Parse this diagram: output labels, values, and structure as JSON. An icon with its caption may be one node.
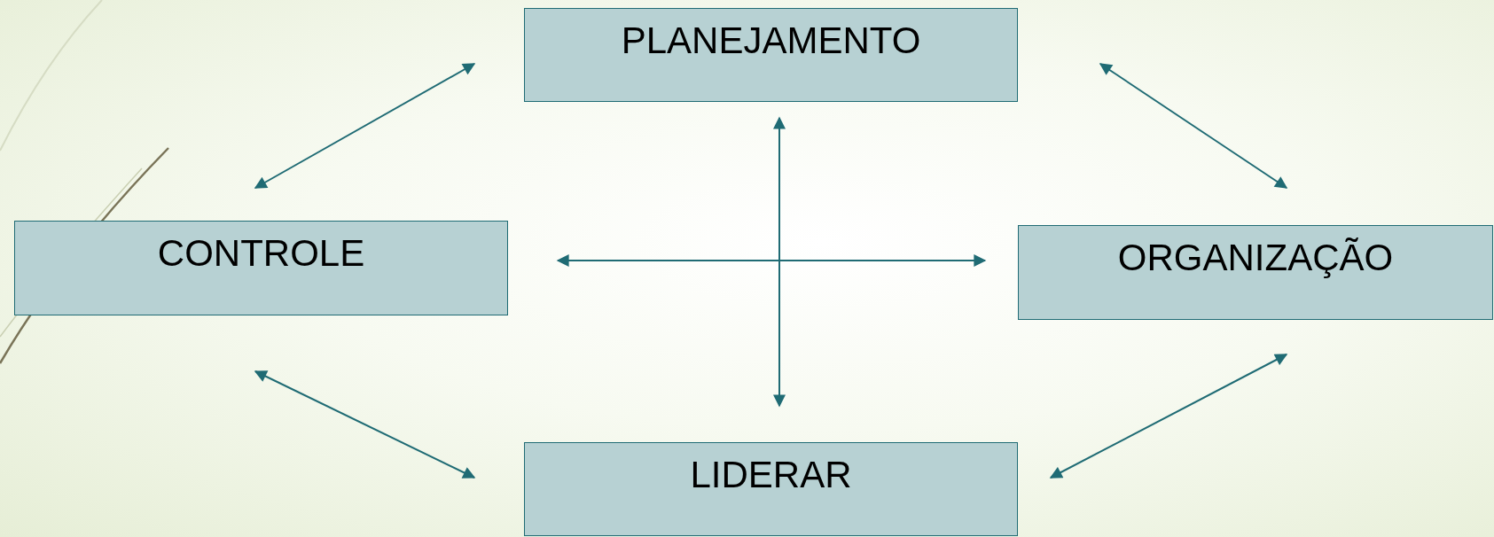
{
  "diagram": {
    "nodes": [
      {
        "text": [
          "PLANEJAMENTO"
        ]
      },
      {
        "text": [
          "CONTROLE"
        ]
      },
      {
        "text": [
          "ORGANIZAÇÃO"
        ]
      },
      {
        "text": [
          "LIDERAR"
        ]
      }
    ],
    "edges": [
      {
        "from": 0,
        "to": 1,
        "arrow": "both"
      },
      {
        "from": 0,
        "to": 2,
        "arrow": "both"
      },
      {
        "from": 1,
        "to": 3,
        "arrow": "both"
      },
      {
        "from": 2,
        "to": 3,
        "arrow": "both"
      },
      {
        "from": 0,
        "to": 3,
        "arrow": "both"
      },
      {
        "from": 1,
        "to": 2,
        "arrow": "both"
      }
    ]
  }
}
